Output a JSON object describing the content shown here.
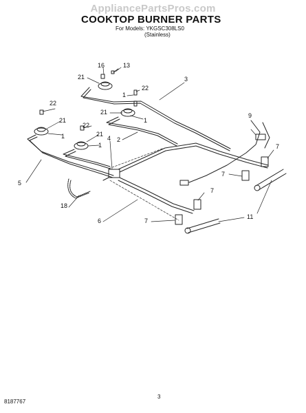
{
  "watermark": "AppliancePartsPros.com",
  "title": "COOKTOP BURNER PARTS",
  "models_line": "For Models: YKGSC308LS0",
  "models_sub": "(Stainless)",
  "page_number": "3",
  "doc_number": "8187767",
  "callouts": [
    {
      "id": "c16",
      "text": "16"
    },
    {
      "id": "c13",
      "text": "13"
    },
    {
      "id": "c21a",
      "text": "21"
    },
    {
      "id": "c3",
      "text": "3"
    },
    {
      "id": "c1a",
      "text": "1"
    },
    {
      "id": "c22a",
      "text": "22"
    },
    {
      "id": "c22b",
      "text": "22"
    },
    {
      "id": "c21b",
      "text": "21"
    },
    {
      "id": "c1b",
      "text": "1"
    },
    {
      "id": "c21c",
      "text": "21"
    },
    {
      "id": "c1c",
      "text": "1"
    },
    {
      "id": "c9",
      "text": "9"
    },
    {
      "id": "c22c",
      "text": "22"
    },
    {
      "id": "c21d",
      "text": "21"
    },
    {
      "id": "c1d",
      "text": "1"
    },
    {
      "id": "c2",
      "text": "2"
    },
    {
      "id": "c4",
      "text": "4"
    },
    {
      "id": "c7a",
      "text": "7"
    },
    {
      "id": "c7b",
      "text": "7"
    },
    {
      "id": "c5",
      "text": "5"
    },
    {
      "id": "c18",
      "text": "18"
    },
    {
      "id": "c7c",
      "text": "7"
    },
    {
      "id": "c6",
      "text": "6"
    },
    {
      "id": "c11",
      "text": "11"
    },
    {
      "id": "c7d",
      "text": "7"
    }
  ]
}
